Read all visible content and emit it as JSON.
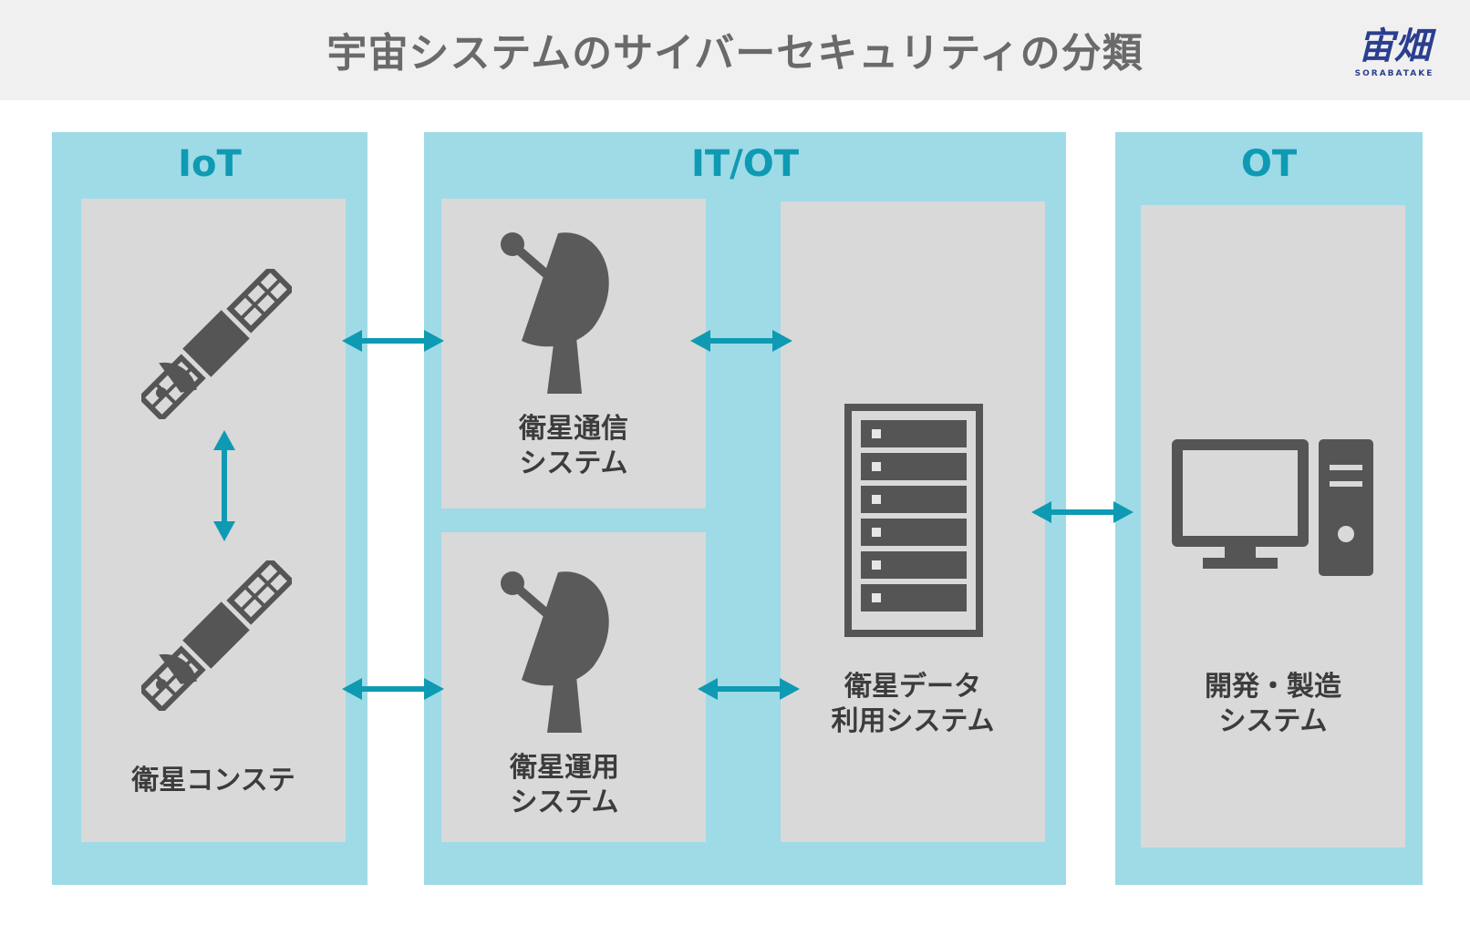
{
  "header": {
    "title": "宇宙システムのサイバーセキュリティの分類",
    "logo_text": "宙畑",
    "logo_sub": "SORABATAKE"
  },
  "zones": {
    "iot": "IoT",
    "itot": "IT/OT",
    "ot": "OT"
  },
  "panels": {
    "constellation": "衛星コンステ",
    "comm_line1": "衛星通信",
    "comm_line2": "システム",
    "ops_line1": "衛星運用",
    "ops_line2": "システム",
    "data_line1": "衛星データ",
    "data_line2": "利用システム",
    "dev_line1": "開発・製造",
    "dev_line2": "システム"
  },
  "icons": [
    "satellite-icon",
    "satellite-icon",
    "satellite-dish-icon",
    "satellite-dish-icon",
    "server-rack-icon",
    "desktop-computer-icon"
  ],
  "colors": {
    "zone_bg": "#9edbe6",
    "panel_bg": "#d9d9d9",
    "accent": "#0f9ab3",
    "icon": "#555555"
  }
}
